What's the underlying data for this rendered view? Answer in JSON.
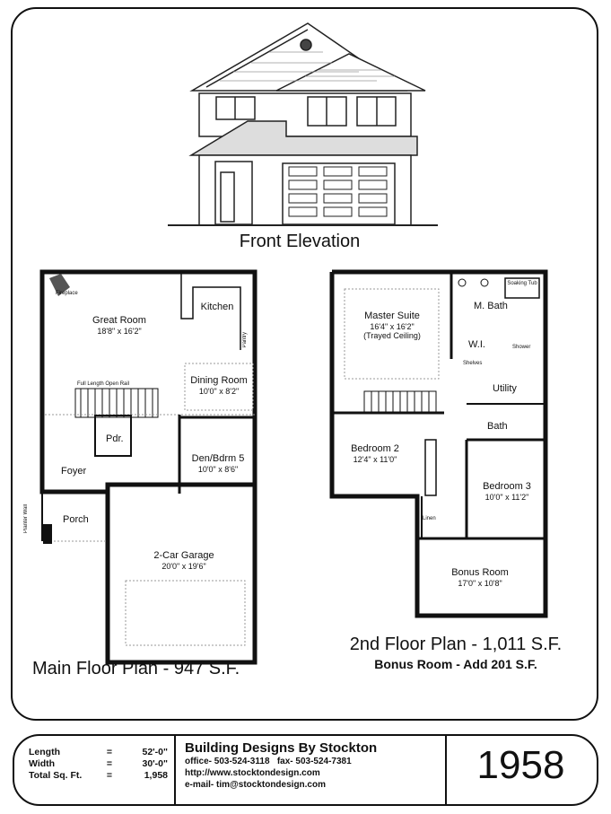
{
  "elevation": {
    "title": "Front Elevation"
  },
  "main_floor": {
    "title": "Main Floor Plan - 947 S.F.",
    "rooms": [
      {
        "name": "Great Room",
        "dims": "18'8\" x 16'2\""
      },
      {
        "name": "Kitchen",
        "dims": ""
      },
      {
        "name": "Dining Room",
        "dims": "10'0\" x 8'2\""
      },
      {
        "name": "Den/Bdrm 5",
        "dims": "10'0\" x 8'6\""
      },
      {
        "name": "Pdr.",
        "dims": ""
      },
      {
        "name": "Foyer",
        "dims": ""
      },
      {
        "name": "Porch",
        "dims": ""
      },
      {
        "name": "2-Car Garage",
        "dims": "20'0\" x 19'6\""
      }
    ],
    "labels": {
      "fireplace": "Fireplace",
      "pantry": "Pantry",
      "open_rail": "Full Length Open Rail",
      "planter_wall": "Planter Wall"
    }
  },
  "second_floor": {
    "title": "2nd Floor Plan - 1,011 S.F.",
    "subtitle": "Bonus Room - Add 201 S.F.",
    "rooms": [
      {
        "name": "Master Suite",
        "dims": "16'4\" x 16'2\"",
        "note": "(Trayed Ceiling)"
      },
      {
        "name": "M. Bath",
        "dims": ""
      },
      {
        "name": "W.I.",
        "dims": ""
      },
      {
        "name": "Utility",
        "dims": ""
      },
      {
        "name": "Bath",
        "dims": ""
      },
      {
        "name": "Bedroom 2",
        "dims": "12'4\" x 11'0\""
      },
      {
        "name": "Bedroom 3",
        "dims": "10'0\" x 11'2\""
      },
      {
        "name": "Bonus Room",
        "dims": "17'0\" x 10'8\""
      }
    ],
    "labels": {
      "soaking_tub": "Soaking Tub",
      "shower": "Shower",
      "shelves": "Shelves",
      "linen": "Linen"
    }
  },
  "footer": {
    "specs": [
      {
        "label": "Length",
        "eq": "=",
        "value": "52'-0\""
      },
      {
        "label": "Width",
        "eq": "=",
        "value": "30'-0\""
      },
      {
        "label": "Total Sq. Ft.",
        "eq": "=",
        "value": "1,958"
      }
    ],
    "company": "Building Designs By Stockton",
    "contact": [
      "office- 503-524-3118   fax- 503-524-7381",
      "http://www.stocktondesign.com",
      "e-mail- tim@stocktondesign.com"
    ],
    "plan_number": "1958"
  }
}
